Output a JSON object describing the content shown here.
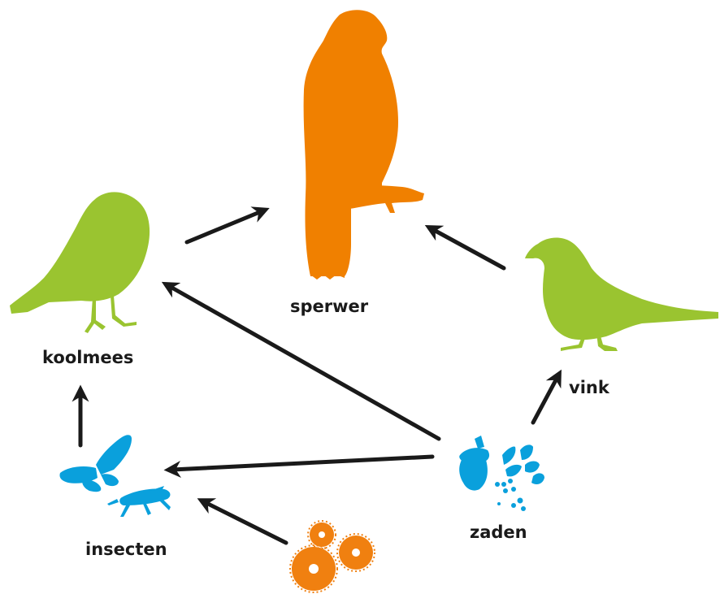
{
  "labels": {
    "sperwer": "sperwer",
    "koolmees": "koolmees",
    "vink": "vink",
    "insecten": "insecten",
    "zaden": "zaden"
  },
  "colors": {
    "sperwer": "#f08000",
    "birds": "#9ac430",
    "blue": "#0aa0dc",
    "flowers": "#f08010",
    "arrow": "#1a1a1a"
  },
  "icons": {
    "sperwer": "sparrowhawk-silhouette",
    "koolmees": "great-tit-silhouette",
    "vink": "finch-silhouette",
    "insecten": "butterfly-and-grasshopper-silhouettes",
    "zaden": "acorn-leaves-seeds-silhouettes",
    "flowers": "flower-silhouettes"
  }
}
